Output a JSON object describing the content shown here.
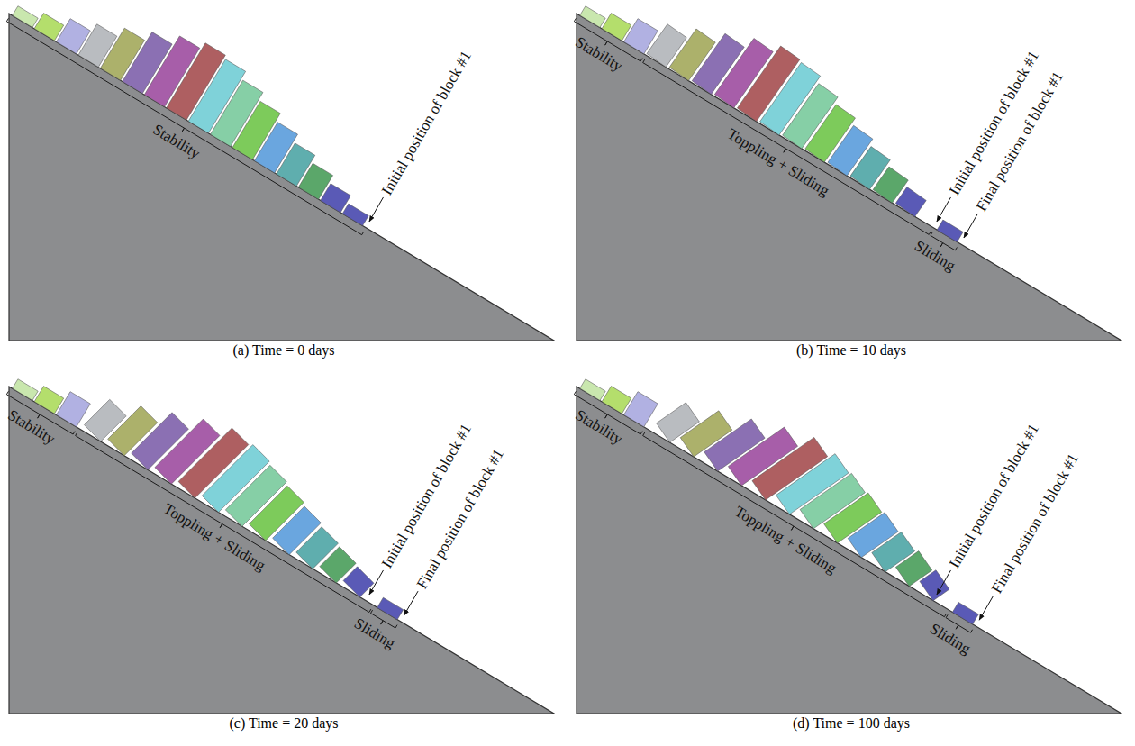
{
  "diagram": {
    "labels": [
      "Stability",
      "Initial position of block #1",
      "(a) Time = 0 days",
      "Stability",
      "Toppling + Sliding",
      "Sliding",
      "Initial position of block #1",
      "Final position of block #1",
      "(b) Time = 10 days",
      "Stability",
      "Toppling + Sliding",
      "Sliding",
      "Initial position of block #1",
      "Final position of block #1",
      "(c) Time = 20 days",
      "Stability",
      "Toppling + Sliding",
      "Sliding",
      "Initial position of block #1",
      "Final position of block #1",
      "(d) Time = 100 days"
    ]
  }
}
